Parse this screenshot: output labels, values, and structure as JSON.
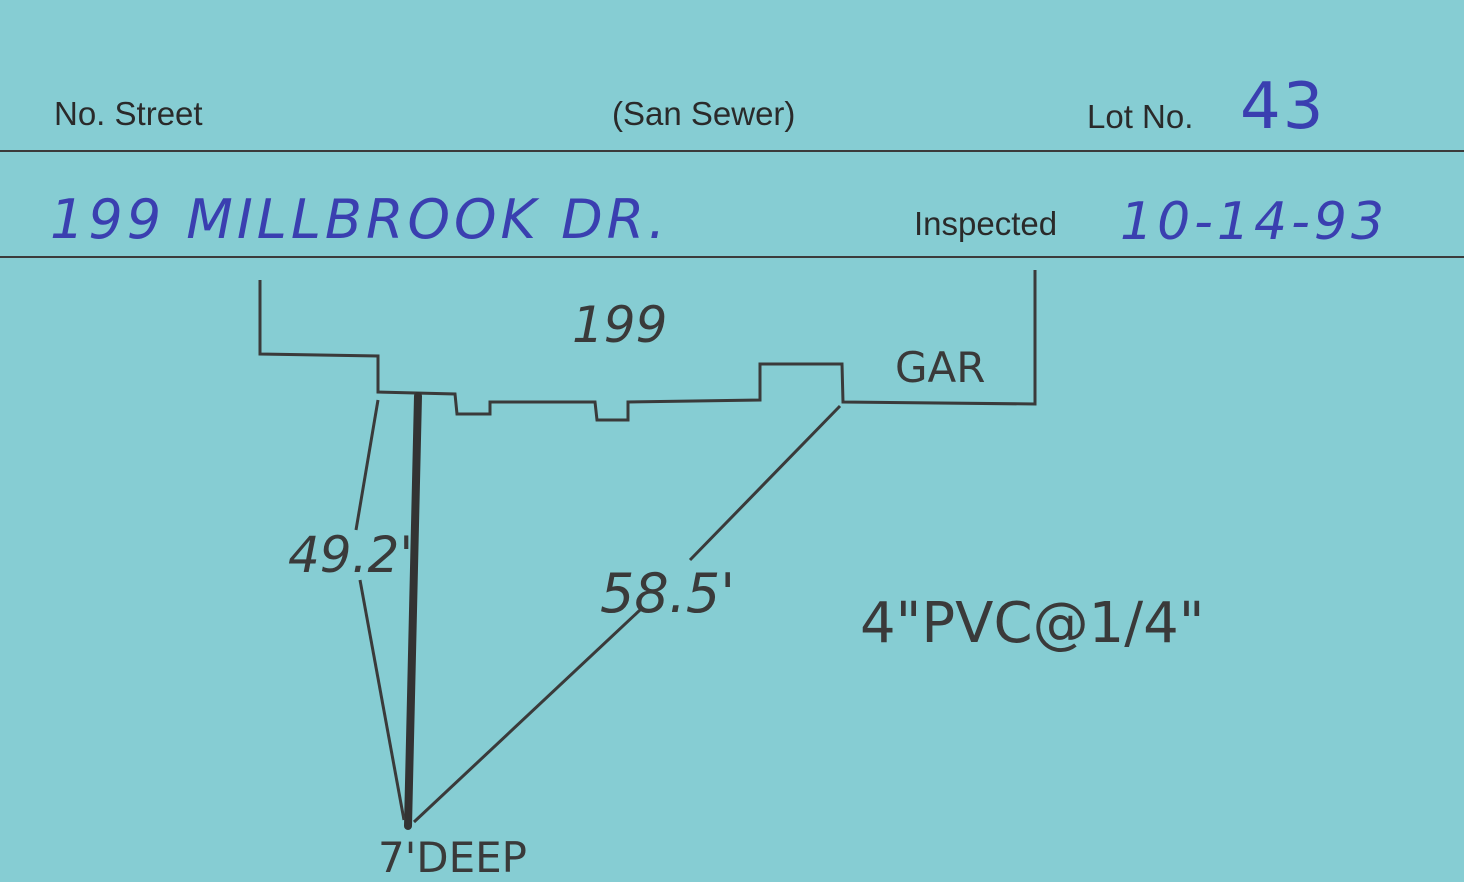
{
  "card": {
    "labels": {
      "street": "No. Street",
      "type": "(San Sewer)",
      "lot": "Lot No.",
      "inspected": "Inspected"
    },
    "values": {
      "lot_number": "43",
      "address": "199 MILLBROOK DR.",
      "inspected_date": "10-14-93"
    }
  },
  "sketch": {
    "house_number": "199",
    "garage": "GAR",
    "distance_left": "49.2'",
    "distance_right": "58.5'",
    "pipe": "4\"PVC@1/4\"",
    "depth": "7'DEEP"
  },
  "colors": {
    "card": "#86cdd3",
    "ink_blue": "#3a3fb0",
    "pencil": "#3a3a3a"
  }
}
